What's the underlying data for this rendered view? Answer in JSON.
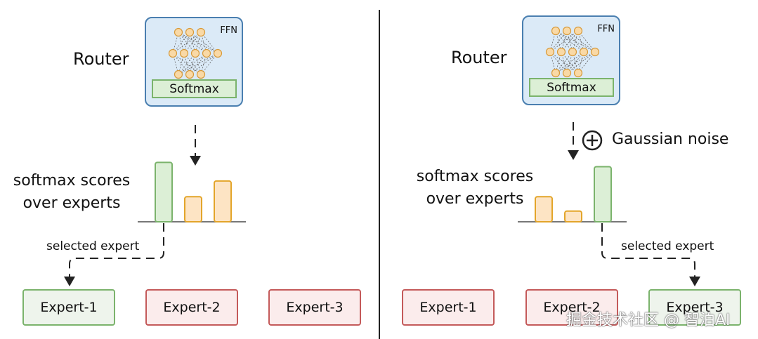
{
  "left": {
    "router_label": "Router",
    "ffn_label": "FFN",
    "softmax_label": "Softmax",
    "scores_line1": "softmax scores",
    "scores_line2": "over experts",
    "selected_label": "selected expert",
    "experts": [
      "Expert-1",
      "Expert-2",
      "Expert-3"
    ],
    "bar_values": [
      0.83,
      0.35,
      0.57
    ],
    "selected_index": 0
  },
  "right": {
    "router_label": "Router",
    "ffn_label": "FFN",
    "softmax_label": "Softmax",
    "noise_label": "Gaussian noise",
    "scores_line1": "softmax scores",
    "scores_line2": "over experts",
    "selected_label": "selected expert",
    "experts": [
      "Expert-1",
      "Expert-2",
      "Expert-3"
    ],
    "bar_values": [
      0.35,
      0.15,
      0.77
    ],
    "selected_index": 2
  },
  "watermark": "掘金技术社区 @ 智泊AI",
  "colors": {
    "green_fill": "#dcefd6",
    "green_stroke": "#7bb36c",
    "orange_fill": "#fde4c4",
    "orange_stroke": "#e3a52a",
    "red_stroke": "#c45a5a",
    "router_fill": "#dbeaf7",
    "router_stroke": "#4a7fb0"
  }
}
